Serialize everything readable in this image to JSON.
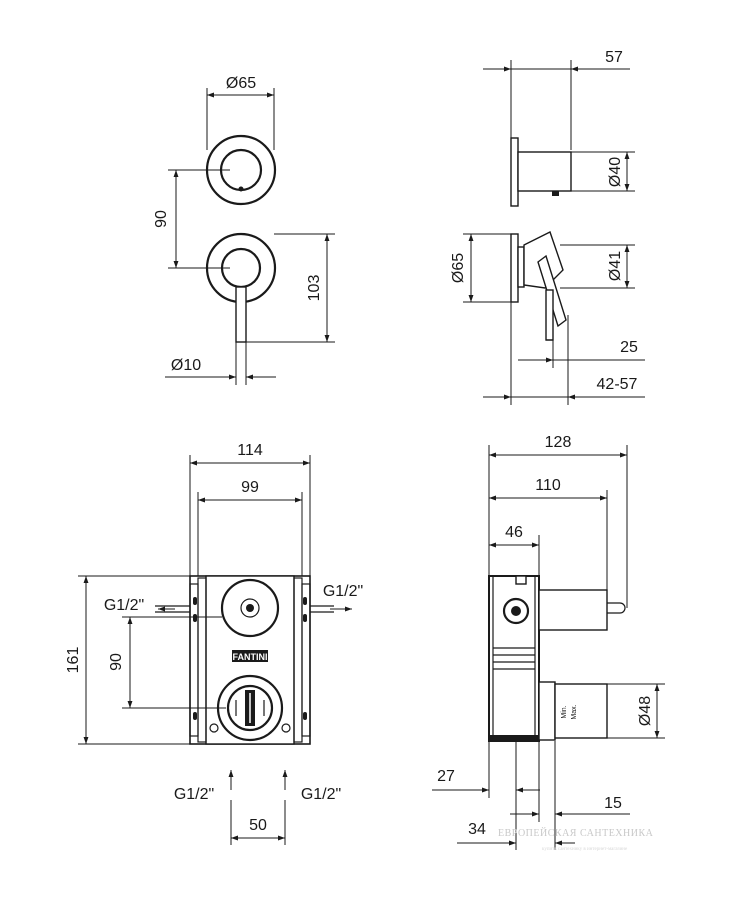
{
  "dimensions": {
    "front_outer_diameter": "Ø65",
    "front_spacing": "90",
    "front_height": "103",
    "lever_diameter": "Ø10",
    "side_depth_total": "57",
    "side_spout_diameter": "Ø40",
    "side_plate_diameter": "Ø65",
    "side_handle_diameter": "Ø41",
    "side_lever_offset": "25",
    "side_depth_range": "42-57",
    "box_width_total": "114",
    "box_width_inner": "99",
    "box_height": "161",
    "box_spacing": "90",
    "box_inlet_spacing": "50",
    "box2_depth_total": "128",
    "box2_depth_110": "110",
    "box2_depth_46": "46",
    "box2_diameter": "Ø48",
    "box2_offset_27": "27",
    "box2_offset_15": "15",
    "box2_offset_34": "34"
  },
  "connections": {
    "left_outlet": "G1/2\"",
    "right_outlet": "G1/2\"",
    "bottom_left_inlet": "G1/2\"",
    "bottom_right_inlet": "G1/2\""
  },
  "labels": {
    "brand": "FANTINI",
    "min": "Min.",
    "max": "Max."
  },
  "watermark": {
    "text": "ЕВРОПЕЙСКАЯ САНТЕХНИКА",
    "subtext": "купить сантехнику в интернет-магазине"
  }
}
